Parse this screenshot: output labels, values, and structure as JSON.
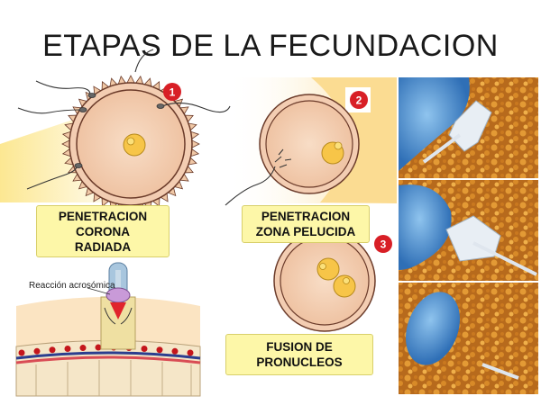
{
  "title": "ETAPAS DE LA FECUNDACION",
  "stages": [
    {
      "number": "1",
      "lines": [
        "PENETRACION",
        "CORONA",
        "RADIADA"
      ]
    },
    {
      "number": "2",
      "lines": [
        "PENETRACION",
        "ZONA PELUCIDA"
      ]
    },
    {
      "number": "3",
      "lines": [
        "FUSION DE",
        "PRONUCLEOS"
      ]
    }
  ],
  "acrosome_label": "Reacción acrosómica",
  "colors": {
    "badge": "#d81f26",
    "label_fill": "#fdf7a8",
    "egg_fill": "#f5d3b8",
    "pronucleus": "#f7c548",
    "background_glow": "#fbe08a"
  },
  "icons": [
    "number-badge",
    "sperm",
    "egg-cell",
    "pronucleus",
    "micrograph"
  ]
}
